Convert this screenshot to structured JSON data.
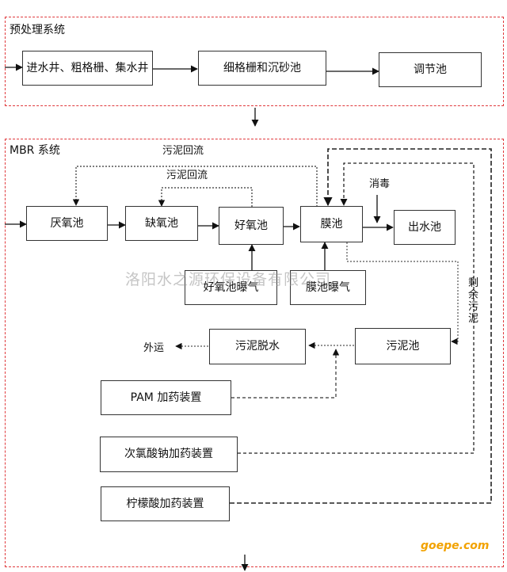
{
  "pretreatment": {
    "title": "预处理系统",
    "boxes": {
      "inlet": "进水井、粗格栅、集水井",
      "fine_screen": "细格栅和沉砂池",
      "regulating": "调节池"
    }
  },
  "mbr": {
    "title": "MBR 系统",
    "boxes": {
      "anaerobic": "厌氧池",
      "anoxic": "缺氧池",
      "aerobic": "好氧池",
      "membrane": "膜池",
      "outlet": "出水池",
      "aerobic_aeration": "好氧池曝气",
      "membrane_aeration": "膜池曝气",
      "sludge_tank": "污泥池",
      "dewatering": "污泥脱水",
      "pam": "PAM 加药装置",
      "hypochlorite": "次氯酸钠加药装置",
      "citric": "柠檬酸加药装置"
    },
    "labels": {
      "sludge_return_outer": "污泥回流",
      "sludge_return_inner": "污泥回流",
      "disinfection": "消毒",
      "excess_sludge": "剩余污泥",
      "haul_away": "外运"
    }
  },
  "watermark": "洛阳水之源环保设备有限公司",
  "site_mark": "goepe.com",
  "colors": {
    "system_border": "#e0393c",
    "site_mark": "#f2a200"
  }
}
